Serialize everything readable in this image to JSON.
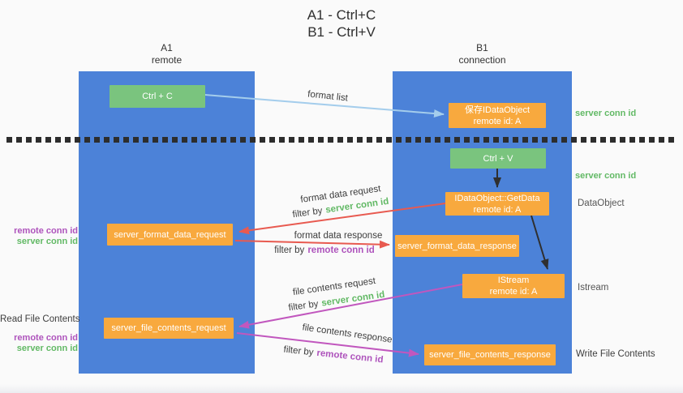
{
  "title": {
    "line1": "A1 - Ctrl+C",
    "line2": "B1 - Ctrl+V"
  },
  "lanes": {
    "left": {
      "title": "A1",
      "subtitle": "remote"
    },
    "right": {
      "title": "B1",
      "subtitle": "connection"
    }
  },
  "nodes": {
    "ctrl_c": {
      "label": "Ctrl + C"
    },
    "save_idataobject": {
      "line1": "保存IDataObject",
      "line2": "remote id: A"
    },
    "ctrl_v": {
      "label": "Ctrl + V"
    },
    "getdata": {
      "line1": "IDataObject::GetData",
      "line2": "remote id: A"
    },
    "server_format_data_request": {
      "label": "server_format_data_request"
    },
    "server_format_data_response": {
      "label": "server_format_data_response"
    },
    "istream": {
      "line1": "IStream",
      "line2": "remote id: A"
    },
    "server_file_contents_request": {
      "label": "server_file_contents_request"
    },
    "server_file_contents_response": {
      "label": "server_file_contents_response"
    }
  },
  "edge_labels": {
    "format_list": "format list",
    "format_data_request": "format data request",
    "format_data_response": "format data response",
    "file_contents_request": "file contents request",
    "file_contents_response": "file contents response",
    "filter_by": "filter by"
  },
  "side_labels": {
    "server_conn_id": "server conn id",
    "remote_conn_id": "remote conn id",
    "data_object": "DataObject",
    "istream": "Istream",
    "read_file_contents": "Read File Contents",
    "write_file_contents": "Write File Contents"
  },
  "colors": {
    "lane_blue": "#4c82d8",
    "node_green": "#7ac47e",
    "node_orange": "#f8a93e",
    "arrow_light_blue": "#a4cdec",
    "arrow_red": "#e85a50",
    "arrow_magenta": "#c157be",
    "arrow_black": "#2f2f2f",
    "conn_green": "#62b965",
    "conn_purple": "#ae53bc",
    "text_dark": "#3d3d3d",
    "text_gray": "#565656",
    "dotted_line": "#2d2d2d"
  }
}
